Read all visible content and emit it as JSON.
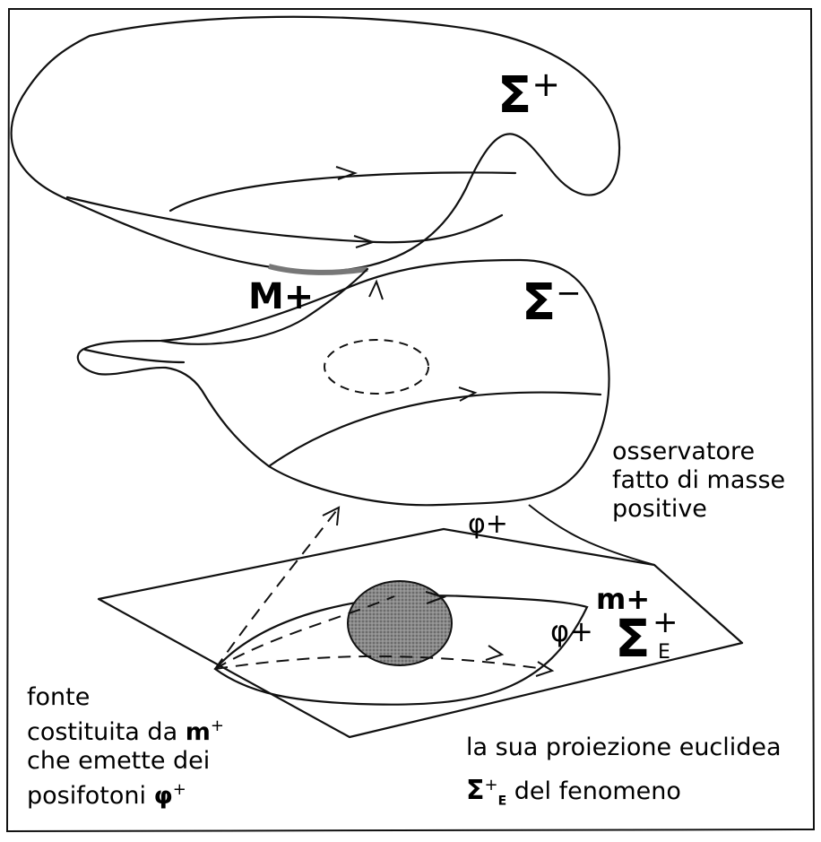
{
  "labels": {
    "sigma_plus": "Σ",
    "sigma_plus_sup": "+",
    "sigma_minus": "Σ",
    "sigma_minus_sup": "−",
    "M_plus": "M+",
    "phi_plus_top": "φ+",
    "m_plus": "m+",
    "phi_plus_side": "φ+",
    "sigma_E": "Σ",
    "sigma_E_sup": "+",
    "sigma_E_sub": "E"
  },
  "observer": {
    "line1": "osservatore",
    "line2": "fatto di masse",
    "line3": "positive"
  },
  "source": {
    "line1": "fonte",
    "line2_text": "costituita da ",
    "line2_sym": "m",
    "line2_sup": "+",
    "line3": "che emette dei",
    "line4_text": "posifotoni ",
    "line4_sym": "φ",
    "line4_sup": "+"
  },
  "projection": {
    "line1": "la sua proiezione euclidea",
    "line2_sym": "Σ",
    "line2_sup": "+",
    "line2_sub": "E",
    "line2_text": " del fenomeno"
  }
}
